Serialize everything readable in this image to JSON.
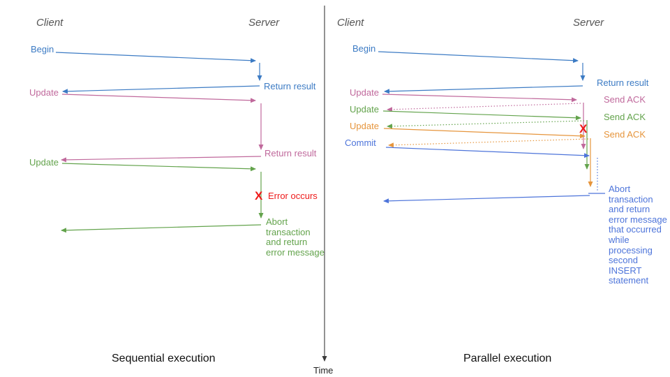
{
  "palette": {
    "blue": "#3c7bc4",
    "commit_blue": "#4d74da",
    "pink": "#c0699c",
    "green": "#63a34c",
    "orange": "#e6953c",
    "red": "#ee1a1a",
    "header_gray": "#555555",
    "axis_dark": "#3a3a3a"
  },
  "time_axis": {
    "label": "Time"
  },
  "left": {
    "caption": "Sequential execution",
    "client_header": "Client",
    "server_header": "Server",
    "messages": {
      "begin": "Begin",
      "return_result_1": "Return result",
      "update_1": "Update",
      "return_result_2": "Return result",
      "update_2": "Update",
      "error_mark": "X",
      "error_label": "Error occurs",
      "abort_message": "Abort transaction and return error message"
    }
  },
  "right": {
    "caption": "Parallel execution",
    "client_header": "Client",
    "server_header": "Server",
    "messages": {
      "begin": "Begin",
      "return_result": "Return result",
      "update_1": "Update",
      "send_ack_1": "Send ACK",
      "update_2": "Update",
      "send_ack_2": "Send ACK",
      "update_3": "Update",
      "send_ack_3": "Send ACK",
      "commit": "Commit",
      "error_mark": "X",
      "abort_message": "Abort transaction and return error message that occurred while processing second INSERT statement"
    }
  }
}
